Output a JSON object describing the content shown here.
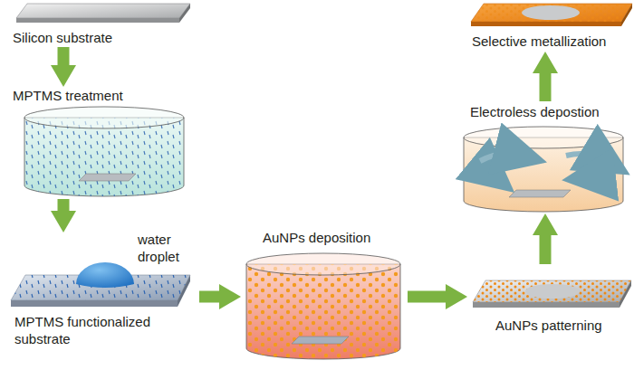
{
  "diagram": {
    "nodes": [
      {
        "text": [
          "Silicon substrate"
        ]
      },
      {
        "text": [
          "MPTMS treatment"
        ]
      },
      {
        "text": [
          "MPTMS functionalized substrate"
        ]
      },
      {
        "text": [
          "AuNPs deposition"
        ]
      },
      {
        "text": [
          "AuNPs patterning"
        ]
      },
      {
        "text": [
          "Electroless depostion"
        ]
      },
      {
        "text": [
          "Selective metallization"
        ]
      }
    ],
    "edges": [
      {
        "from": 0,
        "to": 1,
        "arrow": "to"
      },
      {
        "from": 1,
        "to": 2,
        "arrow": "to"
      },
      {
        "from": 2,
        "to": 3,
        "arrow": "to"
      },
      {
        "from": 3,
        "to": 4,
        "arrow": "to"
      },
      {
        "from": 4,
        "to": 5,
        "arrow": "to"
      },
      {
        "from": 5,
        "to": 6,
        "arrow": "to"
      }
    ],
    "labels": [
      "water droplet"
    ]
  }
}
